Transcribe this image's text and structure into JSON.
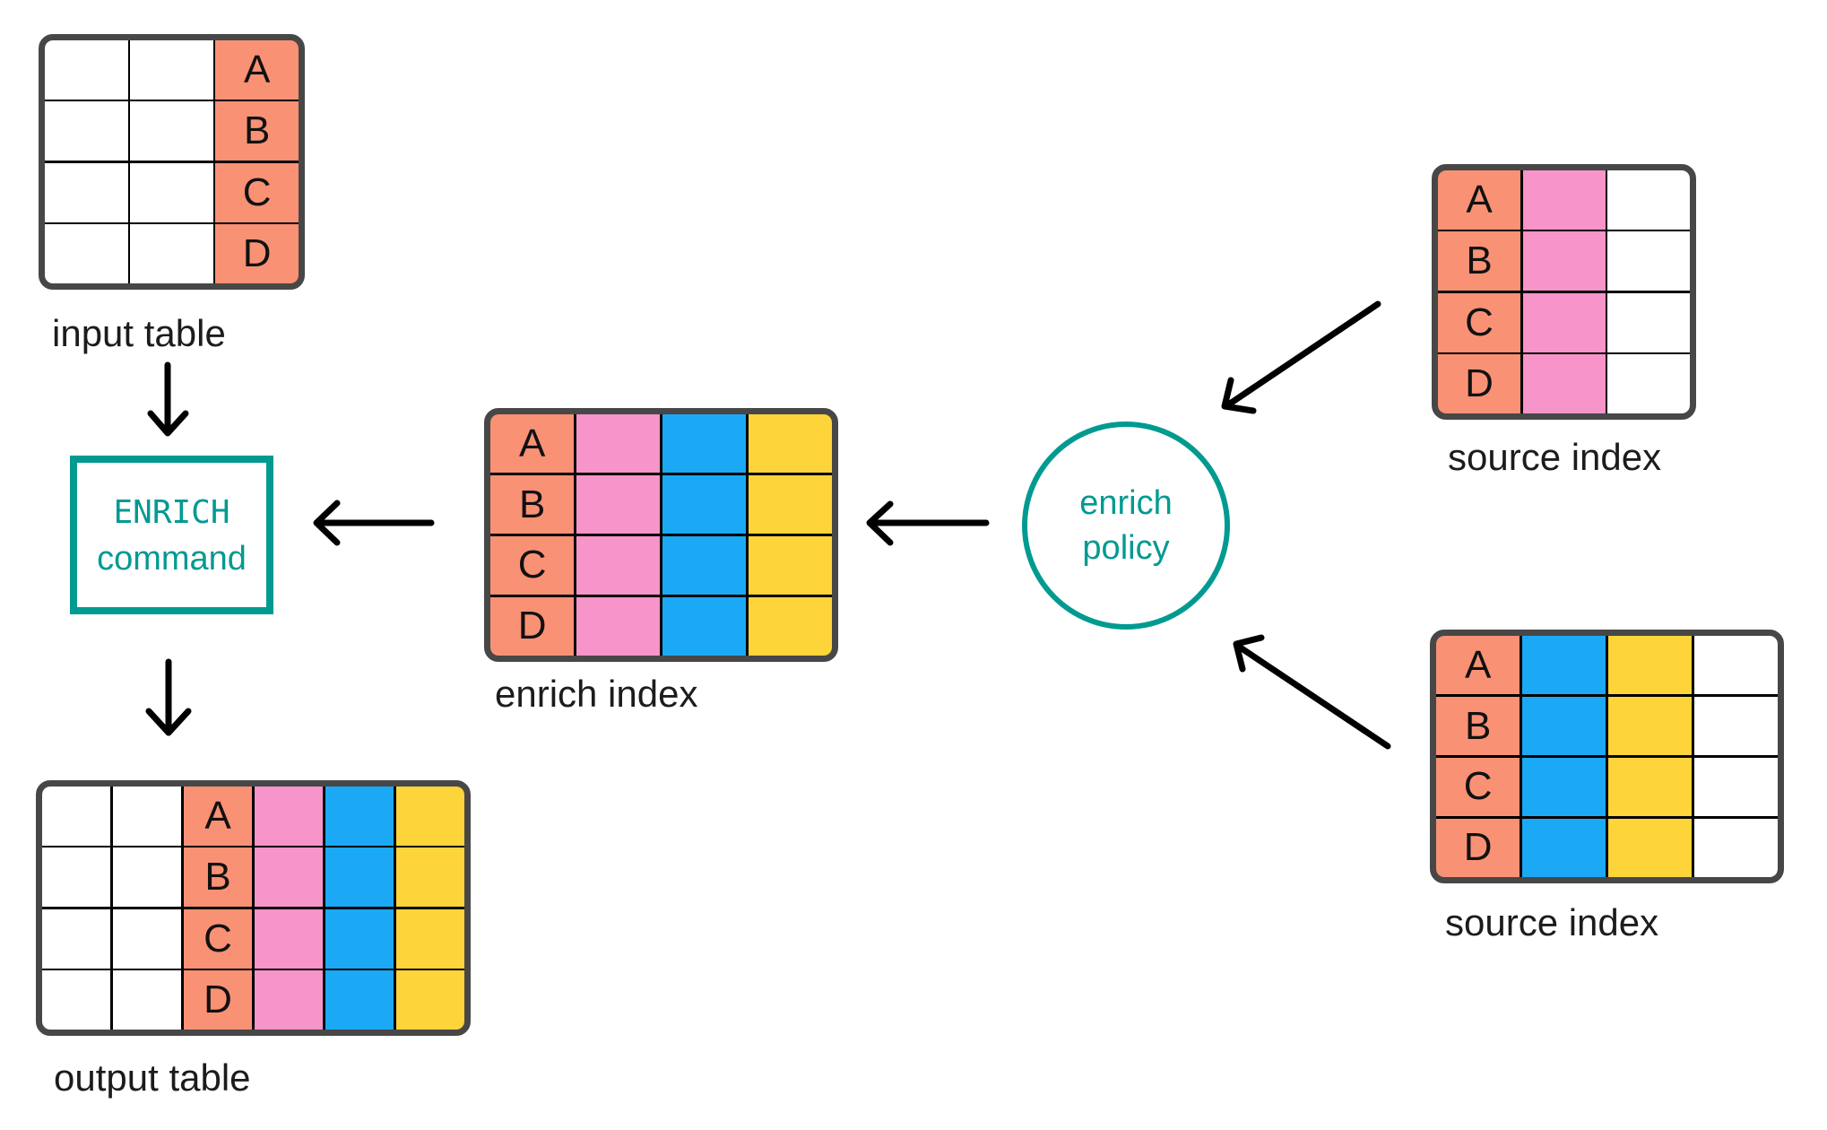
{
  "diagram": {
    "colors": {
      "white": "#FFFFFF",
      "salmon": "#F99175",
      "pink": "#F794C9",
      "blue": "#1BA9F5",
      "yellow": "#FED43B",
      "teal": "#009A91",
      "border": "#474747",
      "line": "#000000"
    },
    "row_labels": [
      "A",
      "B",
      "C",
      "D"
    ],
    "nodes": {
      "input_table": {
        "label": "input table",
        "columns": [
          "white",
          "white",
          "salmon"
        ],
        "label_col": 2
      },
      "enrich_command": {
        "title": "ENRICH",
        "subtitle": "command"
      },
      "output_table": {
        "label": "output table",
        "columns": [
          "white",
          "white",
          "salmon",
          "pink",
          "blue",
          "yellow"
        ],
        "label_col": 2
      },
      "enrich_index": {
        "label": "enrich index",
        "columns": [
          "salmon",
          "pink",
          "blue",
          "yellow"
        ],
        "label_col": 0
      },
      "enrich_policy": {
        "line1": "enrich",
        "line2": "policy"
      },
      "source_index_top": {
        "label": "source index",
        "columns": [
          "salmon",
          "pink",
          "white"
        ],
        "label_col": 0
      },
      "source_index_bottom": {
        "label": "source index",
        "columns": [
          "salmon",
          "blue",
          "yellow",
          "white"
        ],
        "label_col": 0
      }
    }
  }
}
